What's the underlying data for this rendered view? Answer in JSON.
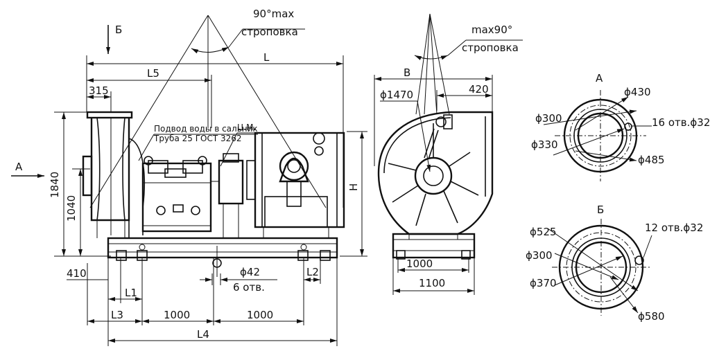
{
  "view_labels": {
    "a": "А",
    "b": "Б"
  },
  "sling": {
    "left_angle": "90°max",
    "left_text": "строповка",
    "right_angle": "max90°",
    "right_text": "строповка"
  },
  "front_view": {
    "L": "L",
    "L5": "L5",
    "d315": "315",
    "h1840": "1840",
    "h1040": "1040",
    "H": "H",
    "d410": "410",
    "L1": "L1",
    "L3": "L3",
    "L2": "L2",
    "L4": "L4",
    "d1000_a": "1000",
    "d1000_b": "1000",
    "hole_dia": "ϕ42",
    "hole_count": "6 отв.",
    "water_note_1": "Подвод воды в сальник",
    "water_note_2": "Труба 25 ГОСТ 3262",
    "cm": "Ц.М."
  },
  "side_view": {
    "B": "B",
    "d1470": "ϕ1470",
    "d420": "420",
    "d1000": "1000",
    "d1100": "1100"
  },
  "flange_a": {
    "title": "A",
    "d430": "ϕ430",
    "d300": "ϕ300",
    "d330": "ϕ330",
    "d485": "ϕ485",
    "holes": "16 отв.ϕ32"
  },
  "flange_b": {
    "title": "Б",
    "d525": "ϕ525",
    "d300": "ϕ300",
    "d370": "ϕ370",
    "d580": "ϕ580",
    "holes": "12 отв.ϕ32"
  }
}
